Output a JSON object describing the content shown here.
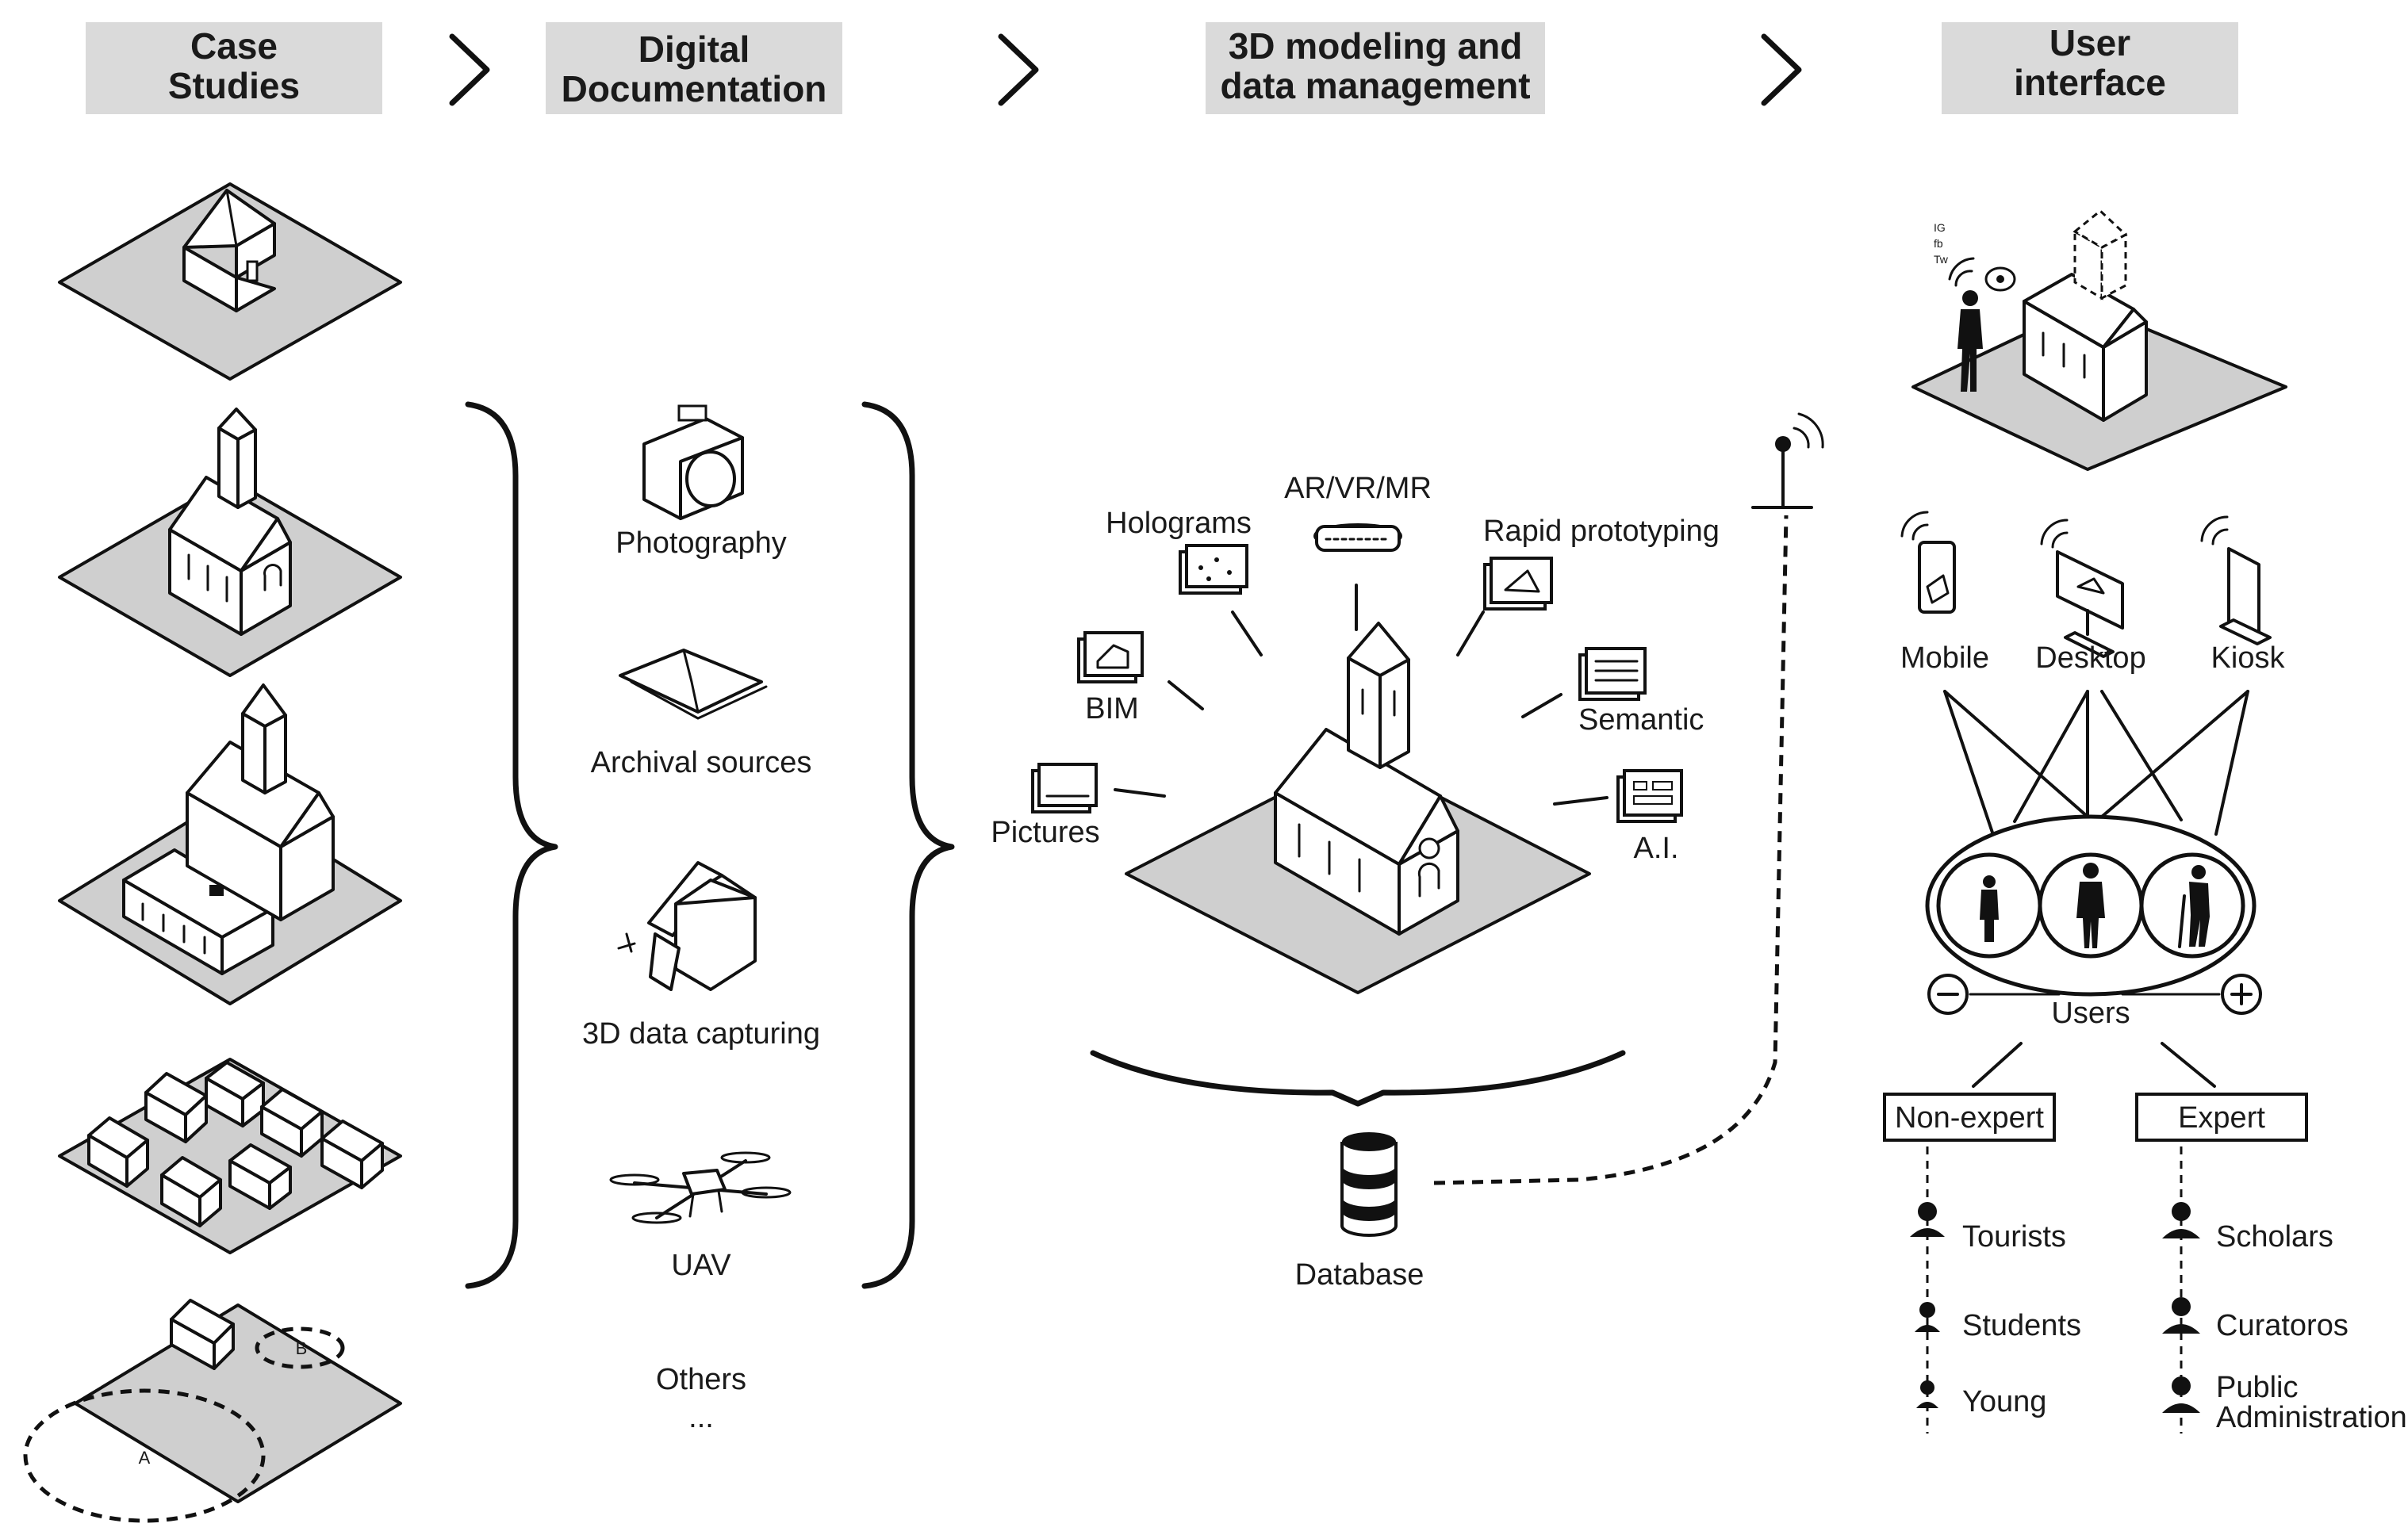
{
  "headers": {
    "case_studies": [
      "Case",
      "Studies"
    ],
    "digital_documentation": [
      "Digital",
      "Documentation"
    ],
    "modeling": [
      "3D modeling and",
      "data management"
    ],
    "user_interface": [
      "User",
      "interface"
    ]
  },
  "case_studies": {
    "plot_a": "A",
    "plot_b": "B"
  },
  "documentation": {
    "photography": "Photography",
    "archival": "Archival sources",
    "capturing": "3D data capturing",
    "uav": "UAV",
    "others": "Others",
    "ellipsis": "..."
  },
  "modeling": {
    "holograms": "Holograms",
    "arvrmr": "AR/VR/MR",
    "rapid": "Rapid prototyping",
    "bim": "BIM",
    "semantic": "Semantic",
    "pictures": "Pictures",
    "ai": "A.I.",
    "database": "Database"
  },
  "ui": {
    "social": [
      "IG",
      "fb",
      "Tw"
    ],
    "mobile": "Mobile",
    "desktop": "Desktop",
    "kiosk": "Kiosk",
    "users": "Users",
    "non_expert": "Non-expert",
    "expert": "Expert",
    "tourists": "Tourists",
    "students": "Students",
    "young": "Young",
    "scholars": "Scholars",
    "curatoros": "Curatoros",
    "public": [
      "Public",
      "Administration"
    ]
  }
}
